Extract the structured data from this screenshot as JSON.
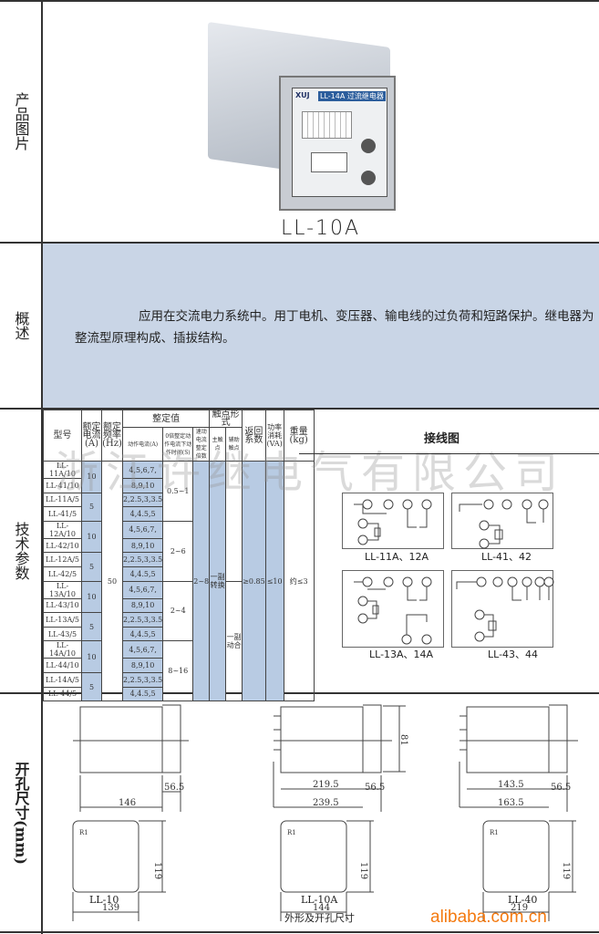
{
  "rows": {
    "photo_label": "产品图片",
    "overview_label": "概述",
    "tech_label": "技术参数",
    "dims_label": "开孔尺寸(mm)"
  },
  "photo": {
    "caption": "LL-10A",
    "relay_brand": "XUJ",
    "relay_name": "LL-14A 过流继电器"
  },
  "overview": {
    "text": "应用在交流电力系统中。用丁电机、变压器、输电线的过负荷和短路保护。继电器为整流型原理构成、插拔结构。"
  },
  "table": {
    "headers": {
      "model": "型号",
      "rated_current": "额定电流(A)",
      "rated_freq": "额定频率(Hz)",
      "setting": "整定值",
      "action_current": "动作电流(A)",
      "multiple": "0倍整定动作电流下动作时间(S)",
      "quick_multiple": "速动电流整定倍数",
      "contact": "触点形式",
      "main_contact": "主触点",
      "aux_contact": "辅助触点",
      "return_coef": "返回系数",
      "power": "功率消耗(VA)",
      "weight": "重量(kg)"
    },
    "models": [
      "LL-11A/10",
      "LL-41/10",
      "LL-11A/5",
      "LL-41/5",
      "LL-12A/10",
      "LL-42/10",
      "LL-12A/5",
      "LL-42/5",
      "LL-13A/10",
      "LL-43/10",
      "LL-13A/5",
      "LL-43/5",
      "LL-14A/10",
      "LL-44/10",
      "LL-14A/5",
      "LL-44/5"
    ],
    "current_10": "10",
    "current_5": "5",
    "ac10a": "4,5,6,7,",
    "ac10b": "8,9,10",
    "ac5a": "2,2.5,3,3.5",
    "ac5b": "4,4.5,5",
    "times": [
      "0.5~1",
      "2~6",
      "2~4",
      "8~16"
    ],
    "freq": "50",
    "quick": "2~8",
    "main": "一副转换",
    "aux": "一副动合",
    "ret": "≥0.85",
    "pow": "≤10",
    "weight": "约≤3"
  },
  "watermark": "浙江许继电气有限公司",
  "wiring": {
    "title": "接线图",
    "captions": [
      "LL-11A、12A",
      "LL-41、42",
      "LL-13A、14A",
      "LL-43、44"
    ]
  },
  "dims": {
    "d1": {
      "a": "146",
      "b": "56.5",
      "c": "139",
      "h": "119",
      "name": "LL-10"
    },
    "d2": {
      "a": "219.5",
      "b": "56.5",
      "t": "239.5",
      "c": "144",
      "h": "119",
      "v": "81",
      "name": "LL-10A"
    },
    "d3": {
      "a": "143.5",
      "b": "56.5",
      "t": "163.5",
      "c": "219",
      "h": "119",
      "name": "LL-40"
    },
    "r": "R1",
    "subtitle": "外形及开孔尺寸"
  },
  "site": "alibaba.com.cn"
}
